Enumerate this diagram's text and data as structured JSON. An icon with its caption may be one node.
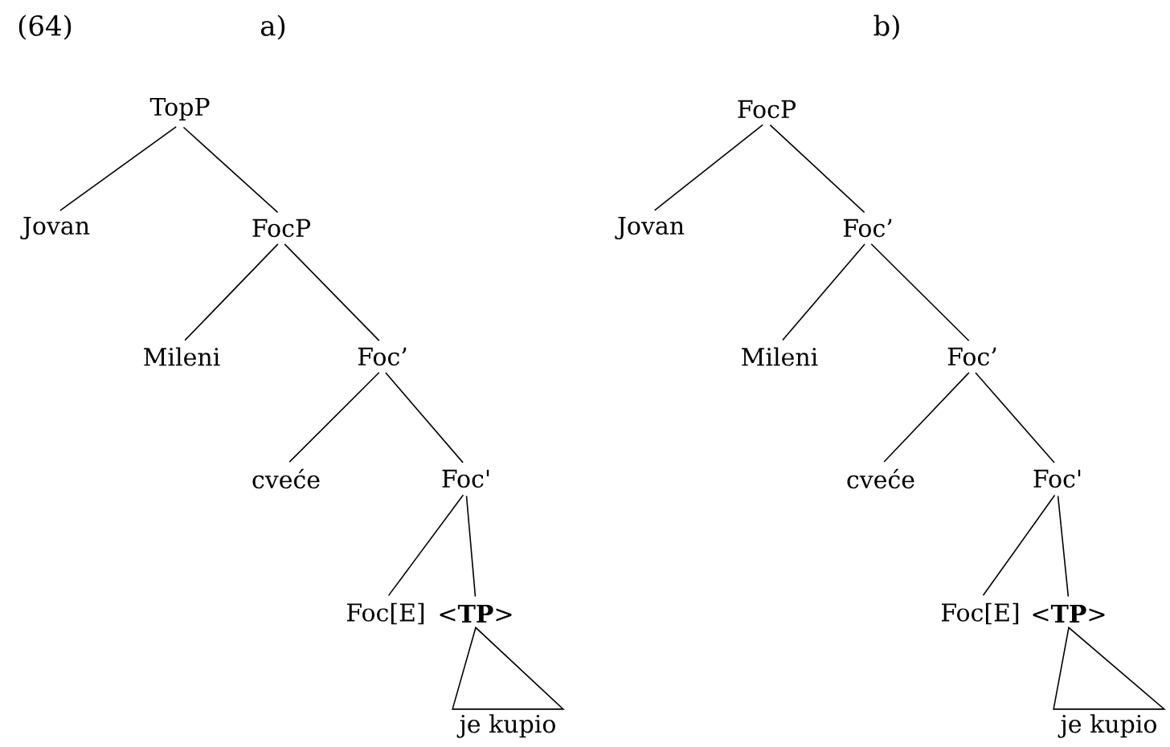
{
  "diagram": {
    "nodes": [
      {
        "text": [
          "TopP"
        ]
      },
      {
        "text": [
          "Jovan"
        ]
      },
      {
        "text": [
          "FocP"
        ]
      },
      {
        "text": [
          "Mileni"
        ]
      },
      {
        "text": [
          "Foc’"
        ]
      },
      {
        "text": [
          "cveće"
        ]
      },
      {
        "text": [
          "Foc'"
        ]
      },
      {
        "text": [
          "Foc[E]"
        ]
      },
      {
        "text": [
          "<**TP**>"
        ]
      },
      {
        "text": [
          "je kupio"
        ]
      },
      {
        "text": [
          "FocP"
        ]
      },
      {
        "text": [
          "Jovan"
        ]
      },
      {
        "text": [
          "Foc’"
        ]
      },
      {
        "text": [
          "Mileni"
        ]
      },
      {
        "text": [
          "Foc’"
        ]
      },
      {
        "text": [
          "cveće"
        ]
      },
      {
        "text": [
          "Foc'"
        ]
      },
      {
        "text": [
          "Foc[E]"
        ]
      },
      {
        "text": [
          "<**TP**>"
        ]
      },
      {
        "text": [
          "je kupio"
        ]
      }
    ],
    "edges": [
      {
        "from": 0,
        "to": 1,
        "arrow": "none"
      },
      {
        "from": 0,
        "to": 2,
        "arrow": "none"
      },
      {
        "from": 2,
        "to": 3,
        "arrow": "none"
      },
      {
        "from": 2,
        "to": 4,
        "arrow": "none"
      },
      {
        "from": 4,
        "to": 5,
        "arrow": "none"
      },
      {
        "from": 4,
        "to": 6,
        "arrow": "none"
      },
      {
        "from": 6,
        "to": 7,
        "arrow": "none"
      },
      {
        "from": 6,
        "to": 8,
        "arrow": "none"
      },
      {
        "from": 8,
        "to": 9,
        "arrow": "none"
      },
      {
        "from": 10,
        "to": 11,
        "arrow": "none"
      },
      {
        "from": 10,
        "to": 12,
        "arrow": "none"
      },
      {
        "from": 12,
        "to": 13,
        "arrow": "none"
      },
      {
        "from": 12,
        "to": 14,
        "arrow": "none"
      },
      {
        "from": 14,
        "to": 15,
        "arrow": "none"
      },
      {
        "from": 14,
        "to": 16,
        "arrow": "none"
      },
      {
        "from": 16,
        "to": 17,
        "arrow": "none"
      },
      {
        "from": 16,
        "to": 18,
        "arrow": "none"
      },
      {
        "from": 18,
        "to": 19,
        "arrow": "none"
      }
    ],
    "labels": [
      "(64)",
      "a)",
      "b)"
    ]
  }
}
